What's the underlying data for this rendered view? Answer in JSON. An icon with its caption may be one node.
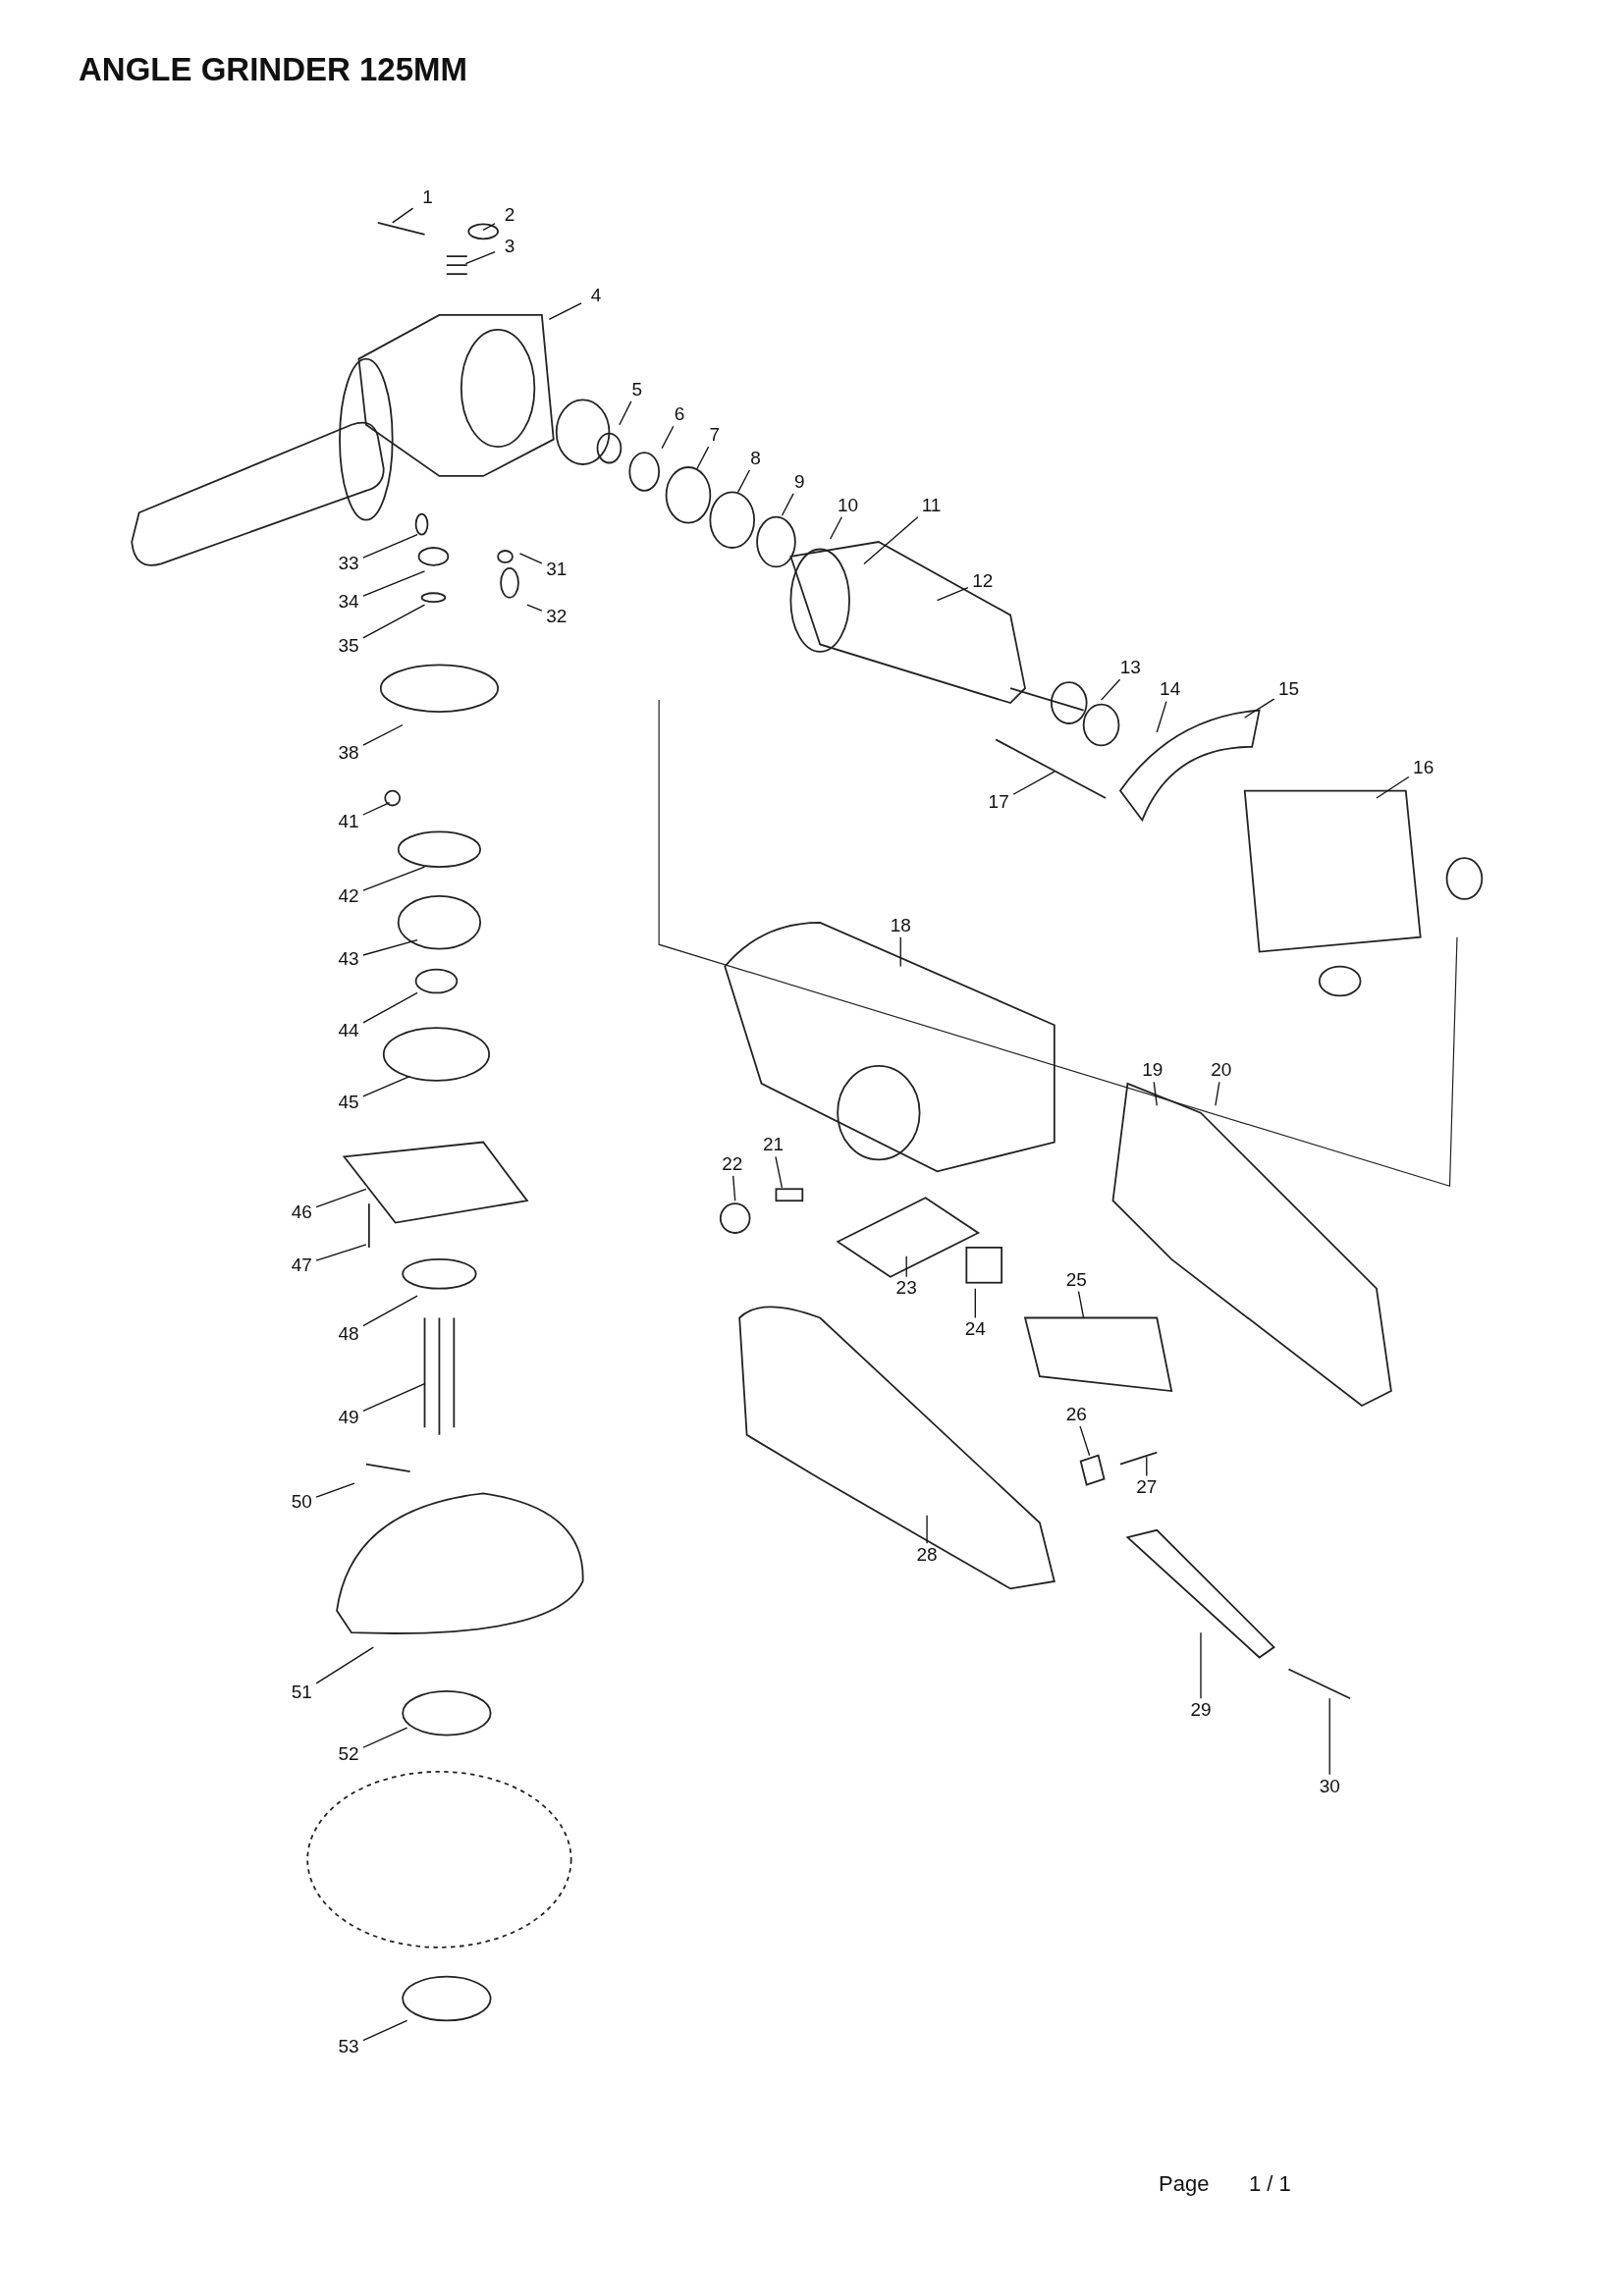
{
  "diagram": {
    "title": "ANGLE GRINDER 125MM",
    "nodes": [
      {
        "text": [
          "1"
        ]
      },
      {
        "text": [
          "2"
        ]
      },
      {
        "text": [
          "3"
        ]
      },
      {
        "text": [
          "4"
        ]
      },
      {
        "text": [
          "5"
        ]
      },
      {
        "text": [
          "6"
        ]
      },
      {
        "text": [
          "7"
        ]
      },
      {
        "text": [
          "8"
        ]
      },
      {
        "text": [
          "9"
        ]
      },
      {
        "text": [
          "10"
        ]
      },
      {
        "text": [
          "11"
        ]
      },
      {
        "text": [
          "12"
        ]
      },
      {
        "text": [
          "13"
        ]
      },
      {
        "text": [
          "14"
        ]
      },
      {
        "text": [
          "15"
        ]
      },
      {
        "text": [
          "16"
        ]
      },
      {
        "text": [
          "17"
        ]
      },
      {
        "text": [
          "18"
        ]
      },
      {
        "text": [
          "19"
        ]
      },
      {
        "text": [
          "20"
        ]
      },
      {
        "text": [
          "21"
        ]
      },
      {
        "text": [
          "22"
        ]
      },
      {
        "text": [
          "23"
        ]
      },
      {
        "text": [
          "24"
        ]
      },
      {
        "text": [
          "25"
        ]
      },
      {
        "text": [
          "26"
        ]
      },
      {
        "text": [
          "27"
        ]
      },
      {
        "text": [
          "28"
        ]
      },
      {
        "text": [
          "29"
        ]
      },
      {
        "text": [
          "30"
        ]
      },
      {
        "text": [
          "31"
        ]
      },
      {
        "text": [
          "32"
        ]
      },
      {
        "text": [
          "33"
        ]
      },
      {
        "text": [
          "34"
        ]
      },
      {
        "text": [
          "35"
        ]
      },
      {
        "text": [
          "38"
        ]
      },
      {
        "text": [
          "41"
        ]
      },
      {
        "text": [
          "42"
        ]
      },
      {
        "text": [
          "43"
        ]
      },
      {
        "text": [
          "44"
        ]
      },
      {
        "text": [
          "45"
        ]
      },
      {
        "text": [
          "46"
        ]
      },
      {
        "text": [
          "47"
        ]
      },
      {
        "text": [
          "48"
        ]
      },
      {
        "text": [
          "49"
        ]
      },
      {
        "text": [
          "50"
        ]
      },
      {
        "text": [
          "51"
        ]
      },
      {
        "text": [
          "52"
        ]
      },
      {
        "text": [
          "53"
        ]
      }
    ],
    "edges": [
      {
        "from": 0,
        "to": null,
        "arrow": "none"
      },
      {
        "from": 1,
        "to": null,
        "arrow": "none"
      },
      {
        "from": 2,
        "to": null,
        "arrow": "none"
      },
      {
        "from": 3,
        "to": null,
        "arrow": "none"
      },
      {
        "from": 4,
        "to": null,
        "arrow": "none"
      },
      {
        "from": 5,
        "to": null,
        "arrow": "none"
      },
      {
        "from": 6,
        "to": null,
        "arrow": "none"
      },
      {
        "from": 7,
        "to": null,
        "arrow": "none"
      },
      {
        "from": 8,
        "to": null,
        "arrow": "none"
      },
      {
        "from": 9,
        "to": null,
        "arrow": "none"
      },
      {
        "from": 10,
        "to": null,
        "arrow": "none"
      },
      {
        "from": 11,
        "to": null,
        "arrow": "none"
      },
      {
        "from": 12,
        "to": null,
        "arrow": "none"
      },
      {
        "from": 13,
        "to": null,
        "arrow": "none"
      },
      {
        "from": 14,
        "to": null,
        "arrow": "none"
      },
      {
        "from": 15,
        "to": null,
        "arrow": "none"
      },
      {
        "from": 16,
        "to": null,
        "arrow": "none"
      },
      {
        "from": 17,
        "to": null,
        "arrow": "none"
      },
      {
        "from": 18,
        "to": null,
        "arrow": "none"
      },
      {
        "from": 19,
        "to": null,
        "arrow": "none"
      },
      {
        "from": 20,
        "to": null,
        "arrow": "none"
      },
      {
        "from": 21,
        "to": null,
        "arrow": "none"
      },
      {
        "from": 22,
        "to": null,
        "arrow": "none"
      },
      {
        "from": 23,
        "to": null,
        "arrow": "none"
      },
      {
        "from": 24,
        "to": null,
        "arrow": "none"
      },
      {
        "from": 25,
        "to": null,
        "arrow": "none"
      },
      {
        "from": 26,
        "to": null,
        "arrow": "none"
      },
      {
        "from": 27,
        "to": null,
        "arrow": "none"
      },
      {
        "from": 28,
        "to": null,
        "arrow": "none"
      },
      {
        "from": 29,
        "to": null,
        "arrow": "none"
      },
      {
        "from": 30,
        "to": null,
        "arrow": "none"
      },
      {
        "from": 31,
        "to": null,
        "arrow": "none"
      },
      {
        "from": 32,
        "to": null,
        "arrow": "none"
      },
      {
        "from": 33,
        "to": null,
        "arrow": "none"
      },
      {
        "from": 34,
        "to": null,
        "arrow": "none"
      },
      {
        "from": 35,
        "to": null,
        "arrow": "none"
      },
      {
        "from": 36,
        "to": null,
        "arrow": "none"
      },
      {
        "from": 37,
        "to": null,
        "arrow": "none"
      },
      {
        "from": 38,
        "to": null,
        "arrow": "none"
      },
      {
        "from": 39,
        "to": null,
        "arrow": "none"
      },
      {
        "from": 40,
        "to": null,
        "arrow": "none"
      },
      {
        "from": 41,
        "to": null,
        "arrow": "none"
      },
      {
        "from": 42,
        "to": null,
        "arrow": "none"
      },
      {
        "from": 43,
        "to": null,
        "arrow": "none"
      },
      {
        "from": 44,
        "to": null,
        "arrow": "none"
      },
      {
        "from": 45,
        "to": null,
        "arrow": "none"
      },
      {
        "from": 46,
        "to": null,
        "arrow": "none"
      },
      {
        "from": 47,
        "to": null,
        "arrow": "none"
      },
      {
        "from": 48,
        "to": null,
        "arrow": "none"
      }
    ],
    "labels": [
      "Page",
      "1 / 1"
    ]
  }
}
